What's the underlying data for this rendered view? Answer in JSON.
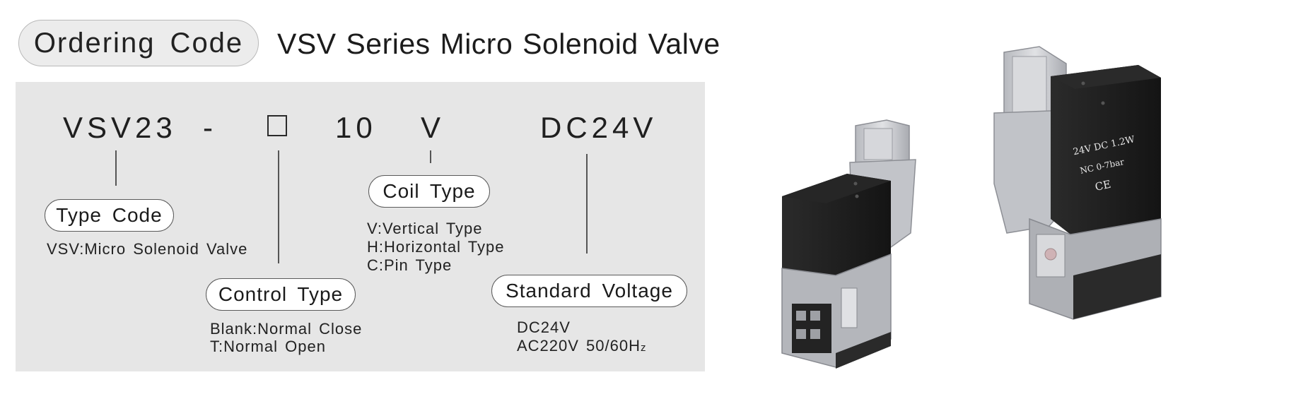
{
  "header": {
    "badge_label": "Ordering Code",
    "series_title": "VSV Series Micro Solenoid Valve"
  },
  "code": {
    "model": "VSV23",
    "dash": "-",
    "control_placeholder": "□",
    "size": "10",
    "coil": "V",
    "voltage": "DC24V"
  },
  "type_code": {
    "label": "Type Code",
    "option": "VSV:Micro Solenoid Valve"
  },
  "control_type": {
    "label": "Control Type",
    "options": [
      "Blank:Normal Close",
      "T:Normal Open"
    ]
  },
  "coil_type": {
    "label": "Coil Type",
    "options": [
      "V:Vertical Type",
      "H:Horizontal Type",
      "C:Pin Type"
    ]
  },
  "standard_voltage": {
    "label": "Standard Voltage",
    "options": [
      "DC24V",
      "AC220V 50/60H"
    ],
    "ac_unit_suffix": "z"
  },
  "product_photo": {
    "coil_rating_label": "24V DC 1.2W",
    "pressure_label": "NC 0-7bar",
    "cert_mark": "CE"
  },
  "colors": {
    "panel_bg": "#e6e6e6",
    "pill_bg": "#ffffff",
    "header_pill_bg": "#ececec",
    "valve_body": "#1c1c1c",
    "valve_clear": "#c9cbd0"
  }
}
